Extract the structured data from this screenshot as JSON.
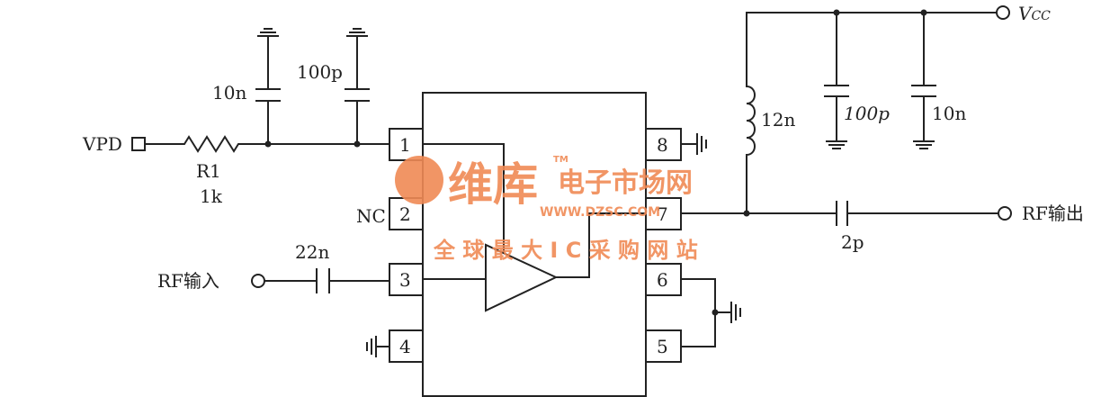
{
  "labels": {
    "vpd": "VPD",
    "r1": "R1",
    "r1_value": "1k",
    "c1": "10n",
    "c2": "100p",
    "nc": "NC",
    "c_in": "22n",
    "rf_in": "RF输入",
    "l1": "12n",
    "c3": "100p",
    "c4": "10n",
    "vcc": "V",
    "vcc_sub": "CC",
    "c_out": "2p",
    "rf_out": "RF输出"
  },
  "pins": {
    "p1": "1",
    "p2": "2",
    "p3": "3",
    "p4": "4",
    "p5": "5",
    "p6": "6",
    "p7": "7",
    "p8": "8"
  },
  "watermark": {
    "brand": "维库",
    "title": "电子市场网",
    "tm": "TM",
    "url": "WWW.DZSC.COM",
    "slogan": "全 球 最 大 I C 采 购 网 站"
  },
  "colors": {
    "line": "#222222",
    "watermark": "#f08a55"
  }
}
